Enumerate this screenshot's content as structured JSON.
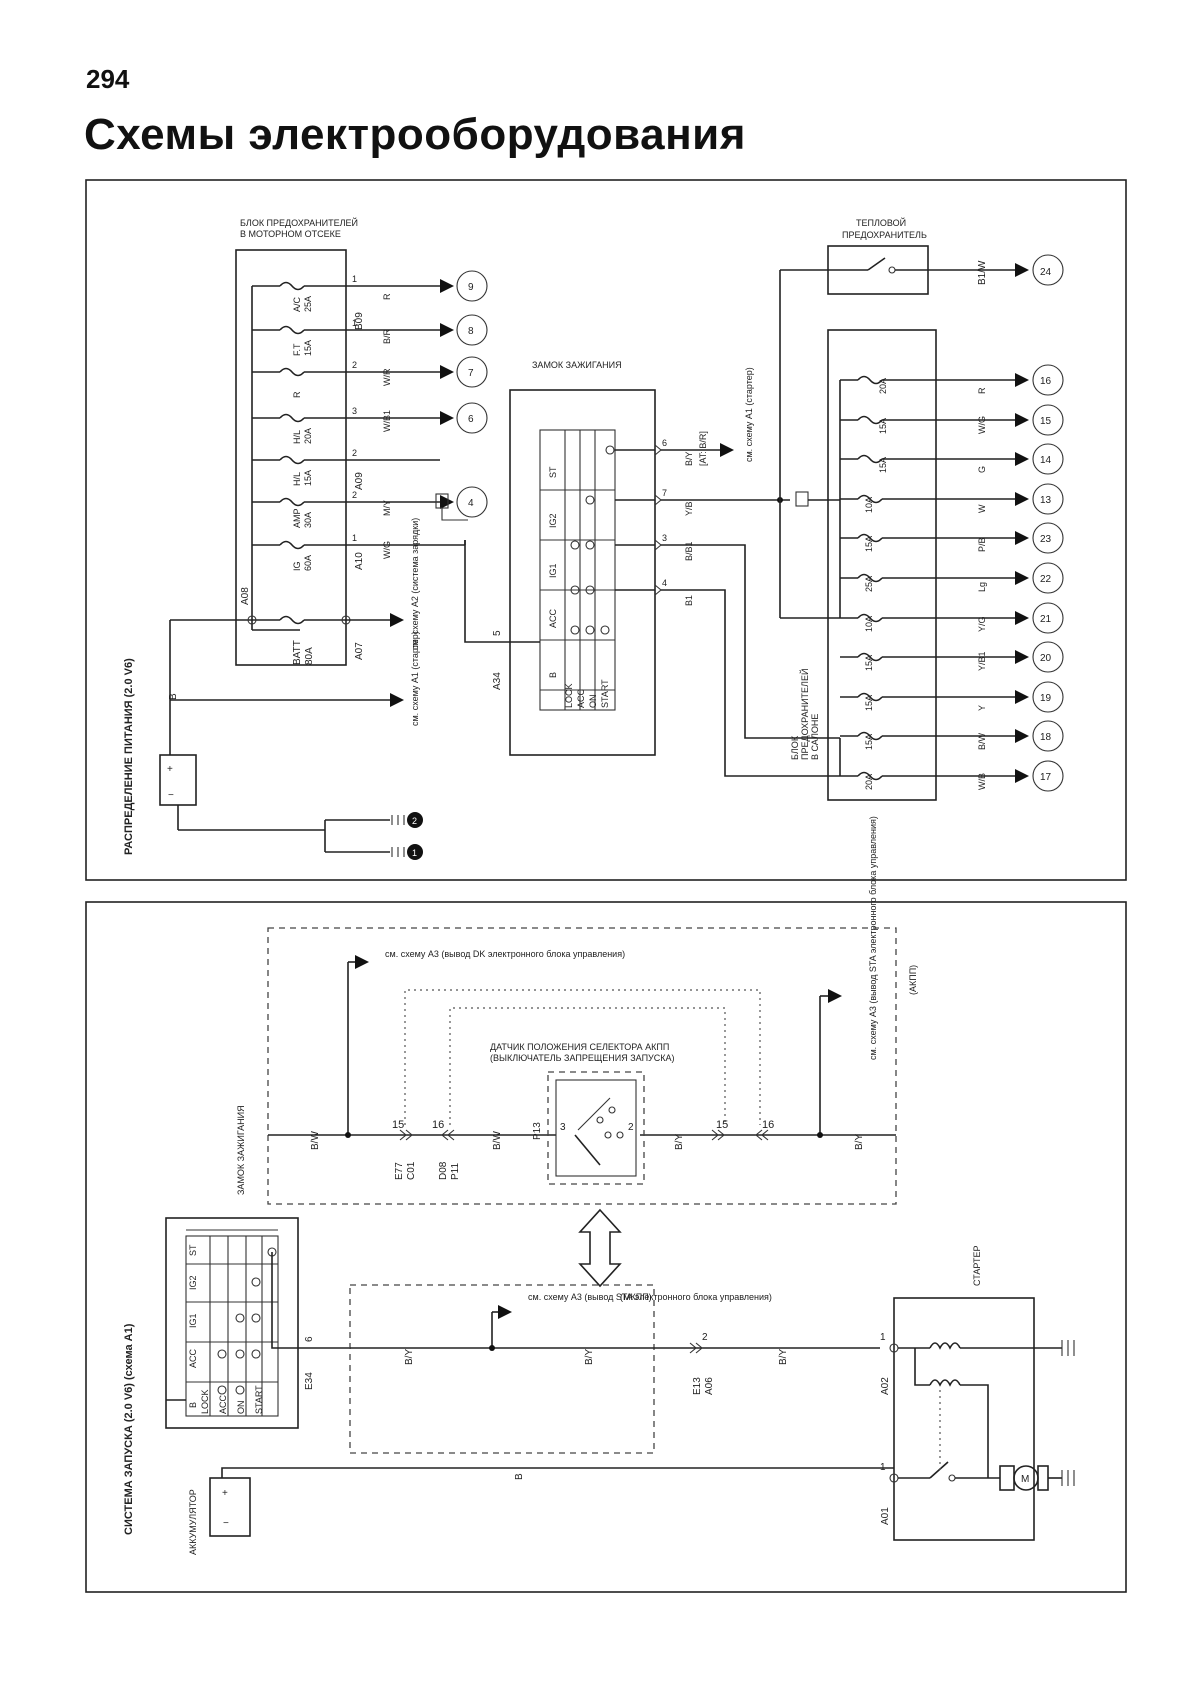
{
  "page": {
    "number": "294",
    "title": "Схемы электрооборудования"
  },
  "power_panel": {
    "section_title": "РАСПРЕДЕЛЕНИЕ ПИТАНИЯ (2.0 V6)",
    "fuse_block_label_line1": "БЛОК ПРЕДОХРАНИТЕЛЕЙ",
    "fuse_block_label_line2": "В МОТОРНОМ ОТСЕКЕ",
    "fuses": [
      {
        "name": "A/C",
        "rating": "25A",
        "pin": "1",
        "wire": "R",
        "dest": "9"
      },
      {
        "name": "F.T",
        "rating": "15A",
        "pin": "1",
        "wire": "B/R",
        "dest": "8"
      },
      {
        "name": "R",
        "rating": "",
        "pin": "2",
        "wire": "W/R",
        "dest": "7"
      },
      {
        "name": "H/L",
        "rating": "20A",
        "pin": "3",
        "wire": "W/B1",
        "dest": "6"
      },
      {
        "name": "H/L",
        "rating": "15A",
        "pin": "2",
        "wire": "",
        "dest": ""
      },
      {
        "name": "AMP",
        "rating": "30A",
        "pin": "2",
        "wire": "M/Y",
        "dest": "4"
      },
      {
        "name": "IG",
        "rating": "60A",
        "pin": "1",
        "wire": "W/G",
        "dest": ""
      }
    ],
    "main_fuse": {
      "name": "BATT",
      "rating": "80A"
    },
    "connectors": {
      "a08": "A08",
      "a07": "A07",
      "a09": "A09",
      "b09": "B09",
      "a10": "A10",
      "a34": "A34"
    },
    "wire_b": "B",
    "ref_a2": "см. схему A2 (система зарядки)",
    "ref_a1_starter": "см. схему A1 (стартер)",
    "ignition_switch_label": "ЗАМОК ЗАЖИГАНИЯ",
    "ignition_columns": [
      "ST",
      "IG2",
      "IG1",
      "ACC",
      "B"
    ],
    "ignition_positions": [
      "LOCK",
      "ACC",
      "ON",
      "START"
    ],
    "ignition_pins": [
      {
        "pin": "6",
        "wire": "B/Y",
        "note": "[AT: B/R]"
      },
      {
        "pin": "7",
        "wire": "Y/B"
      },
      {
        "pin": "3",
        "wire": "B/B1"
      },
      {
        "pin": "4",
        "wire": "B1"
      }
    ],
    "ignition_input_pin": "5",
    "ref_a1_right": "см. схему A1 (стартер)",
    "thermal_fuse_label_line1": "ТЕПЛОВОЙ",
    "thermal_fuse_label_line2": "ПРЕДОХРАНИТЕЛЬ",
    "thermal_wire": "B1/W",
    "thermal_dest": "24",
    "cabin_fuse_block_label_line1": "БЛОК",
    "cabin_fuse_block_label_line2": "ПРЕДОХРАНИТЕЛЕЙ",
    "cabin_fuse_block_label_line3": "В САЛОНЕ",
    "cabin_fuses": [
      {
        "rating": "20A",
        "wire": "R",
        "dest": "16"
      },
      {
        "rating": "15A",
        "wire": "W/G",
        "dest": "15"
      },
      {
        "rating": "15A",
        "wire": "G",
        "dest": "14"
      },
      {
        "rating": "10A",
        "wire": "W",
        "dest": "13"
      },
      {
        "rating": "15A",
        "wire": "P/B",
        "dest": "23"
      },
      {
        "rating": "25A",
        "wire": "Lg",
        "dest": "22"
      },
      {
        "rating": "10A",
        "wire": "Y/G",
        "dest": "21"
      },
      {
        "rating": "15A",
        "wire": "Y/B1",
        "dest": "20"
      },
      {
        "rating": "15A",
        "wire": "Y",
        "dest": "19"
      },
      {
        "rating": "15A",
        "wire": "B/W",
        "dest": "18"
      },
      {
        "rating": "20A",
        "wire": "W/B",
        "dest": "17"
      }
    ],
    "ground_symbols": [
      "1",
      "2"
    ]
  },
  "start_panel": {
    "section_title": "СИСТЕМА ЗАПУСКА (2.0 V6) (схема A1)",
    "ignition_switch_label": "ЗАМОК ЗАЖИГАНИЯ",
    "ignition_columns": [
      "B",
      "ACC",
      "IG1",
      "IG2",
      "ST"
    ],
    "ignition_positions": [
      "LOCK",
      "ACC",
      "ON",
      "START"
    ],
    "ref_ne": "см. схему A3 (вывод DK электронного блока управления)",
    "ref_sta_top": "см. схему A3 (вывод STA электронного блока управления)",
    "akpp_tag": "(АКПП)",
    "selector_label_line1": "ДАТЧИК ПОЛОЖЕНИЯ СЕЛЕКТОРА АКПП",
    "selector_label_line2": "(ВЫКЛЮЧАТЕЛЬ ЗАПРЕЩЕНИЯ ЗАПУСКА)",
    "wire_bw": "B/W",
    "wire_by": "B/Y",
    "connectors": [
      "E77",
      "C01",
      "D08",
      "P11",
      "P13",
      "E34",
      "E13",
      "A06",
      "A02",
      "A01"
    ],
    "pins": {
      "p15": "15",
      "p16": "16",
      "p3": "3",
      "p2": "2",
      "p6": "6",
      "p1": "1"
    },
    "ref_sta_bottom": "см. схему A3 (вывод STA электронного блока управления)",
    "mt_tag": "(МКПП)",
    "starter_label": "СТАРТЕР",
    "battery_label": "АККУМУЛЯТОР",
    "wire_b": "B",
    "motor_symbol": "M"
  }
}
